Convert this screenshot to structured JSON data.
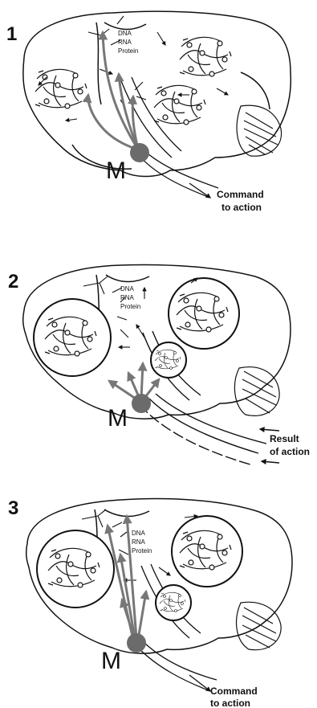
{
  "panels": [
    {
      "number": "1",
      "layers": [
        "DNA",
        "RNA",
        "Protein"
      ],
      "m_label": "M",
      "caption": [
        "Command",
        "to action"
      ]
    },
    {
      "number": "2",
      "layers": [
        "DNA",
        "RNA",
        "Protein"
      ],
      "m_label": "M",
      "caption": [
        "Result",
        "of action"
      ]
    },
    {
      "number": "3",
      "layers": [
        "DNA",
        "RNA",
        "Protein"
      ],
      "m_label": "M",
      "caption": [
        "Command",
        "to action"
      ]
    }
  ],
  "colors": {
    "ink": "#111111",
    "pathway": "#777777",
    "nucleus": "#6b6b6b"
  }
}
